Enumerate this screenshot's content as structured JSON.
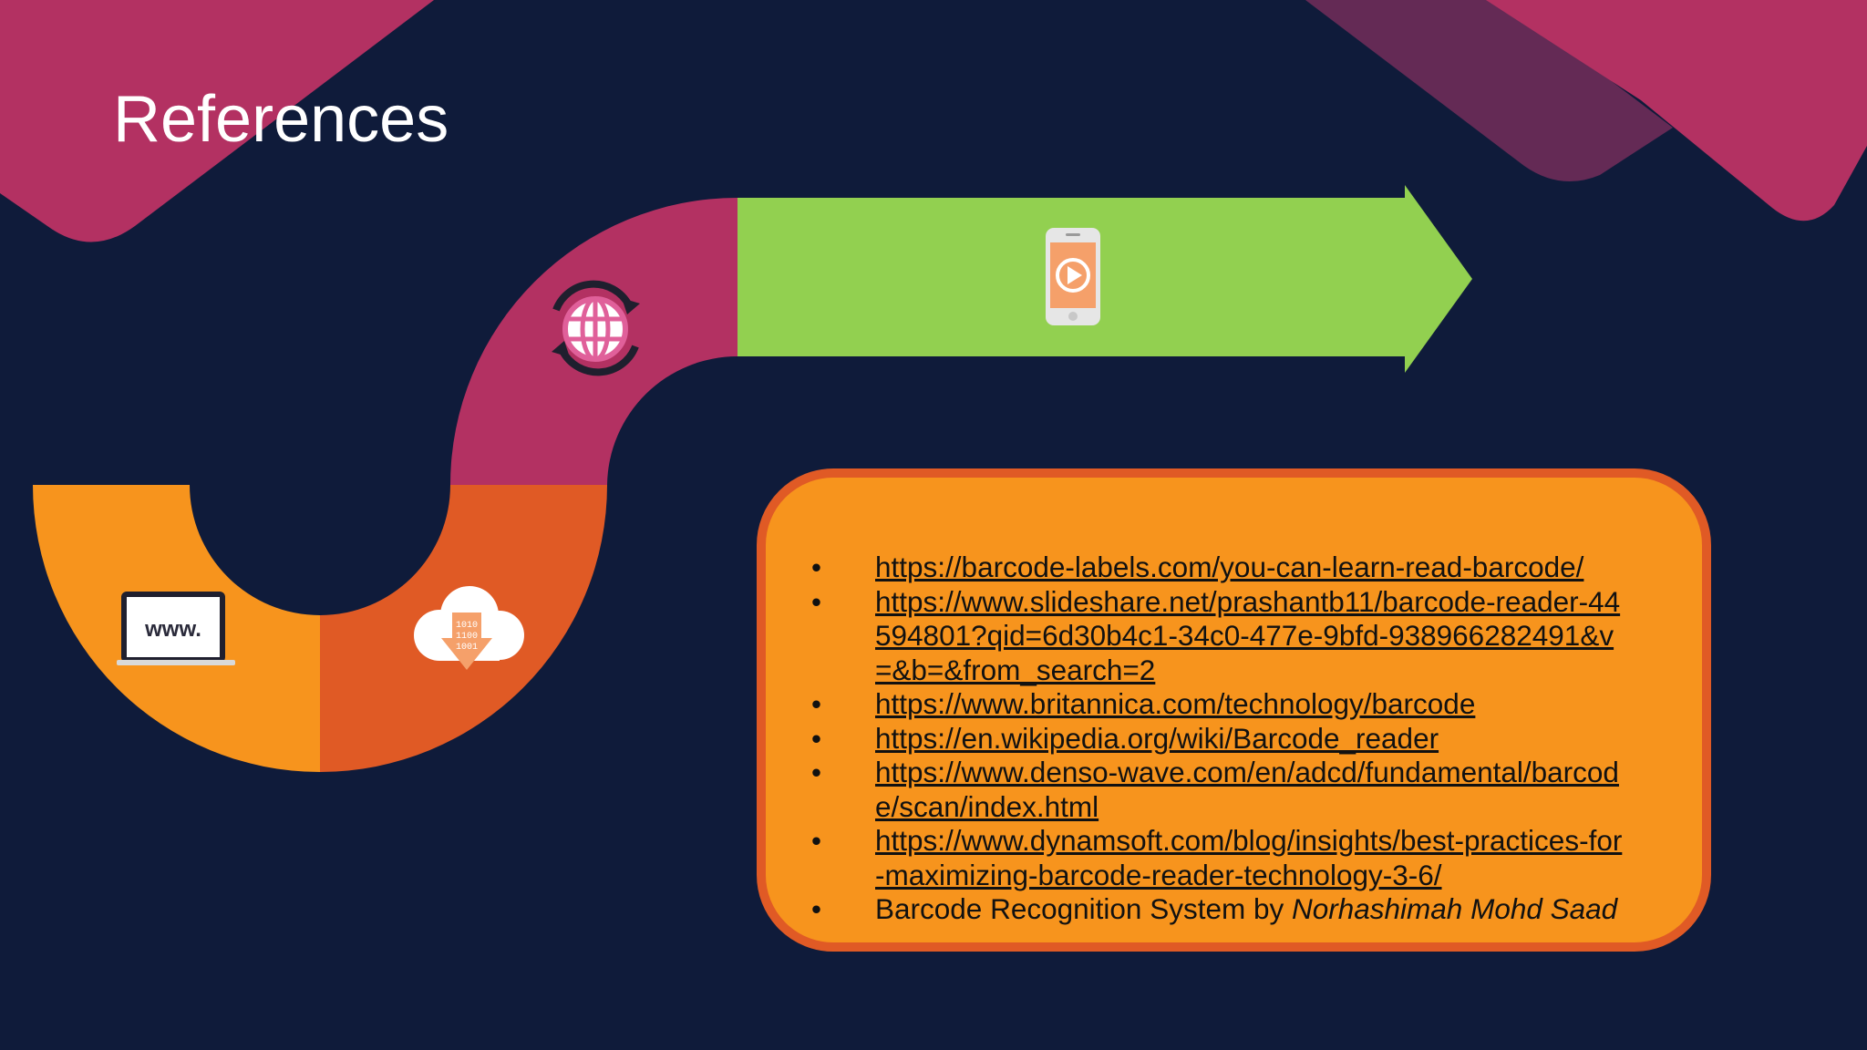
{
  "slide": {
    "title": "References",
    "background_color": "#0f1b3a"
  },
  "colors": {
    "magenta": "#b33162",
    "plum": "#642a55",
    "green": "#92d050",
    "orange": "#f7941d",
    "dark_orange": "#e05a25"
  },
  "icons": [
    "globe-sync-icon",
    "smartphone-play-icon",
    "laptop-www-icon",
    "cloud-download-icon"
  ],
  "icon_text": {
    "laptop": "www.",
    "cloud_binary": [
      "1010",
      "1100",
      "1001"
    ]
  },
  "references": {
    "items": [
      {
        "type": "link",
        "text": "https://barcode-labels.com/you-can-learn-read-barcode/"
      },
      {
        "type": "link",
        "text": "https://www.slideshare.net/prashantb11/barcode-reader-44594801?qid=6d30b4c1-34c0-477e-9bfd-938966282491&v=&b=&from_search=2"
      },
      {
        "type": "link",
        "text": "https://www.britannica.com/technology/barcode"
      },
      {
        "type": "link",
        "text": "https://en.wikipedia.org/wiki/Barcode_reader"
      },
      {
        "type": "link",
        "text": "https://www.denso-wave.com/en/adcd/fundamental/barcode/scan/index.html"
      },
      {
        "type": "link",
        "text": "https://www.dynamsoft.com/blog/insights/best-practices-for-maximizing-barcode-reader-technology-3-6/"
      },
      {
        "type": "text",
        "title": "Barcode Recognition System by ",
        "author": "Norhashimah Mohd Saad"
      }
    ]
  }
}
